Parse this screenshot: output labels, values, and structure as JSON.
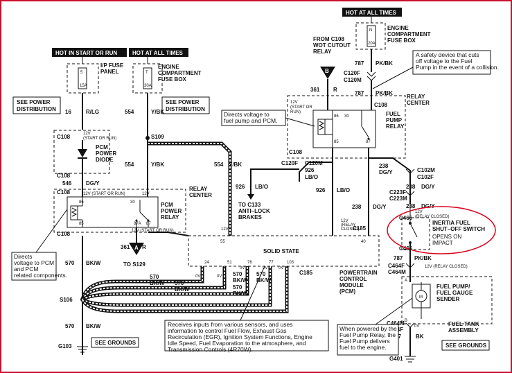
{
  "headers": {
    "hot_start_run": "HOT IN START OR RUN",
    "hot_all_left": "HOT AT ALL TIMES",
    "hot_all_top": "HOT AT ALL TIMES"
  },
  "fuses": {
    "ip_num": "5",
    "ip_amp": "15A",
    "ip_label_1": "I/P FUSE",
    "ip_label_2": "PANEL",
    "ecomp_num": "T",
    "ecomp_amp": "30A",
    "ecomp_label_1": "ENGINE",
    "ecomp_label_2": "COMPARTMENT",
    "ecomp_label_3": "FUSE BOX",
    "top_num": "N",
    "top_amp": "20A",
    "top_label_1": "ENGINE",
    "top_label_2": "COMPARTMENT",
    "top_label_3": "FUSE BOX"
  },
  "labels": {
    "see_power_1a": "SEE POWER",
    "see_power_1b": "DISTRIBUTION",
    "see_power_2a": "SEE POWER",
    "see_power_2b": "DISTRIBUTION",
    "see_grounds_1": "SEE GROUNDS",
    "see_grounds_2": "SEE GROUNDS",
    "from_c108_1": "FROM C108",
    "from_c108_2": "WOT CUTOUT",
    "from_c108_3": "RELAY",
    "relay_center_1a": "RELAY",
    "relay_center_1b": "CENTER",
    "relay_center_2a": "RELAY",
    "relay_center_2b": "CENTER",
    "pcm_diode_1": "PCM",
    "pcm_diode_2": "POWER",
    "pcm_diode_3": "DIODE",
    "pcm_relay_1": "PCM",
    "pcm_relay_2": "POWER",
    "pcm_relay_3": "RELAY",
    "fuel_relay_1": "FUEL",
    "fuel_relay_2": "PUMP",
    "fuel_relay_3": "RELAY",
    "inertia_1": "INERTIA FUEL",
    "inertia_2": "SHUT–OFF SWITCH",
    "inertia_3": "OPENS ON",
    "inertia_4": "IMPACT",
    "relay_closed_1": "(RELAY CLOSED)",
    "relay_closed_2": "(RELAY CLOSED)",
    "sender_1": "FUEL PUMP/",
    "sender_2": "FUEL GAUGE",
    "sender_3": "SENDER",
    "tank_1": "FUEL TANK",
    "tank_2": "ASSEMBLY",
    "solid_state": "SOLID STATE",
    "pcm_mod_1": "POWERTRAIN",
    "pcm_mod_2": "CONTROL",
    "pcm_mod_3": "MODULE",
    "pcm_mod_4": "(PCM)",
    "to_c133_1": "TO C133",
    "to_c133_2": "ANTI–LOCK",
    "to_c133_3": "BRAKES",
    "to_s129": "TO S129",
    "conn_a": "A",
    "conn_b": "B",
    "v12_start_run_1": "12V",
    "v12_start_run_1b": "(START OR RUN)",
    "v12_start_run_2": "12V (START OR RUN)",
    "v12_start_run_3": "12V (START OR RUN)",
    "v12_fuel_a": "12V",
    "v12_fuel_b": "(START OR",
    "v12_fuel_c": "RUN)",
    "v12_relay_closed_a": "12V",
    "v12_relay_closed_b": "(RELAY",
    "v12_relay_closed_c": "CLOSED)",
    "v12_pcm_30": "12V",
    "v12_pcm_in": "12V",
    "v12_inertia": "12V",
    "v12_pump": "12V (RELAY CLOSED)",
    "zero_v": "0V"
  },
  "annotations": {
    "safety": "A safety device that cuts off voltage to the Fuel Pump in the event of a collision.",
    "directs_fuel": "Directs voltage to fuel pump and PCM.",
    "directs_pcm": "Directs voltage to PCM and PCM related components.",
    "receives": "Receives inputs from various sensors, and uses information to control Fuel Flow, Exhaust Gas Recirculation (EGR), Ignition System Functions, Engine Idle Speed, Fuel Evaporation to the atmosphere, and Transmission Controls (4R70W).",
    "when_powered": "When powered by the Fuel Pump Relay, the Fuel Pump delivers fuel to the engine."
  },
  "wires": {
    "w16": "16",
    "w16c": "R/LG",
    "w546": "546",
    "w546c": "DG/Y",
    "w554a": "554",
    "w554ac": "Y/BK",
    "w554b": "554",
    "w554bc": "Y/BK",
    "w554c": "554",
    "w554cc": "Y/BK",
    "w361a": "361",
    "w361ac": "R",
    "w361b": "361",
    "w361bc": "R",
    "w570a": "570",
    "w570ac": "BK/W",
    "w570b": "570",
    "w570bc": "BK/W",
    "w787a": "787",
    "w787ac": "PK/BK",
    "w787b": "787",
    "w787bc": "PK/BK",
    "w787c": "787",
    "w787cc": "PK/BK",
    "w926a": "926",
    "w926ac": "LB/O",
    "w926b": "926",
    "w926bc": "LB/O",
    "w926c": "926",
    "w926cc": "LB/O",
    "w238a": "238",
    "w238ac": "DG/Y",
    "w238b": "238",
    "w238bc": "DG/Y",
    "w238c": "238",
    "w238cc": "DG/Y",
    "w238d": "238",
    "w238dc": "DG/Y",
    "w57": "57",
    "w57c": "BK",
    "w570_1": "570",
    "w570_1c": "BK/W",
    "w570_2": "570",
    "w570_2c": "BK/W",
    "w570_3": "570",
    "w570_3c": "BK/W",
    "w570_4": "570",
    "w570_4c": "BK/W",
    "w570_5": "570",
    "w570_5c": "BK/W"
  },
  "connectors": {
    "c108": "C108",
    "s109": "S109",
    "s106": "S106",
    "g103": "G103",
    "g401": "G401",
    "c120f": "C120F",
    "c120m": "C120M",
    "c102m": "C102M",
    "c102f": "C102F",
    "c223f": "C223F",
    "c223m": "C223M",
    "c466": "C466",
    "c185": "C185",
    "c464f": "C464F",
    "c464m": "C464M"
  },
  "pins": {
    "p12": "12",
    "p55": "55",
    "p40": "40",
    "p24": "24",
    "p51": "51",
    "p76": "76",
    "p77": "77",
    "p103": "103",
    "p86": "86",
    "p30": "30",
    "p85": "85",
    "p87a": "87A",
    "p87": "87",
    "pa": "A",
    "pb": "B",
    "pm": "M"
  },
  "colors": {
    "border": "#c8102e",
    "highlight": "#d9001b",
    "ink": "#111111"
  }
}
